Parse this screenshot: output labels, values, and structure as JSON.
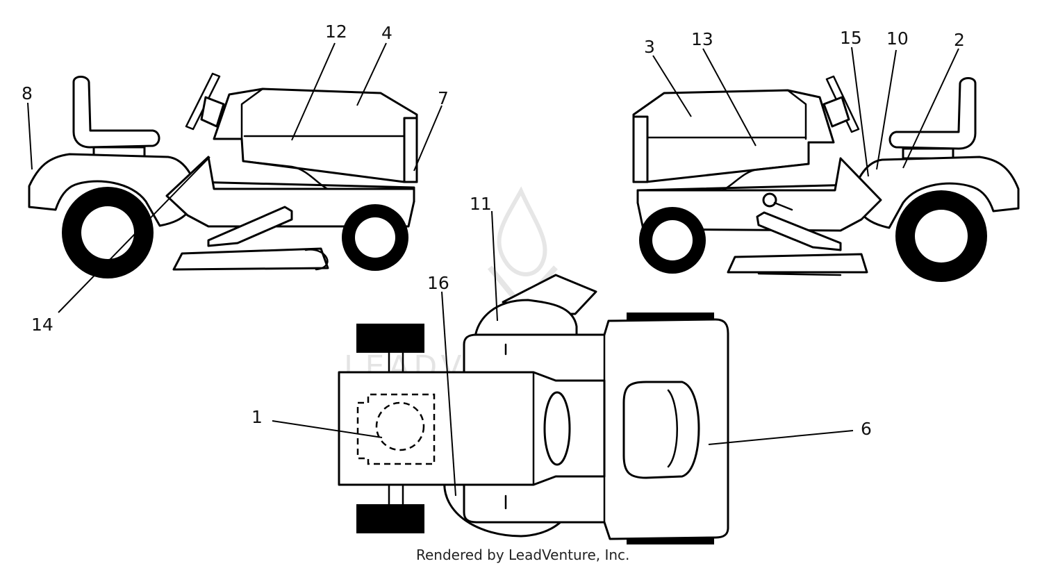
{
  "diagram": {
    "callouts": {
      "c1": "1",
      "c2": "2",
      "c3": "3",
      "c4": "4",
      "c6": "6",
      "c7": "7",
      "c8": "8",
      "c10": "10",
      "c11": "11",
      "c12": "12",
      "c13": "13",
      "c14": "14",
      "c15": "15",
      "c16": "16"
    },
    "watermark": "LEADVENTURE",
    "footer": "Rendered by LeadVenture, Inc."
  }
}
